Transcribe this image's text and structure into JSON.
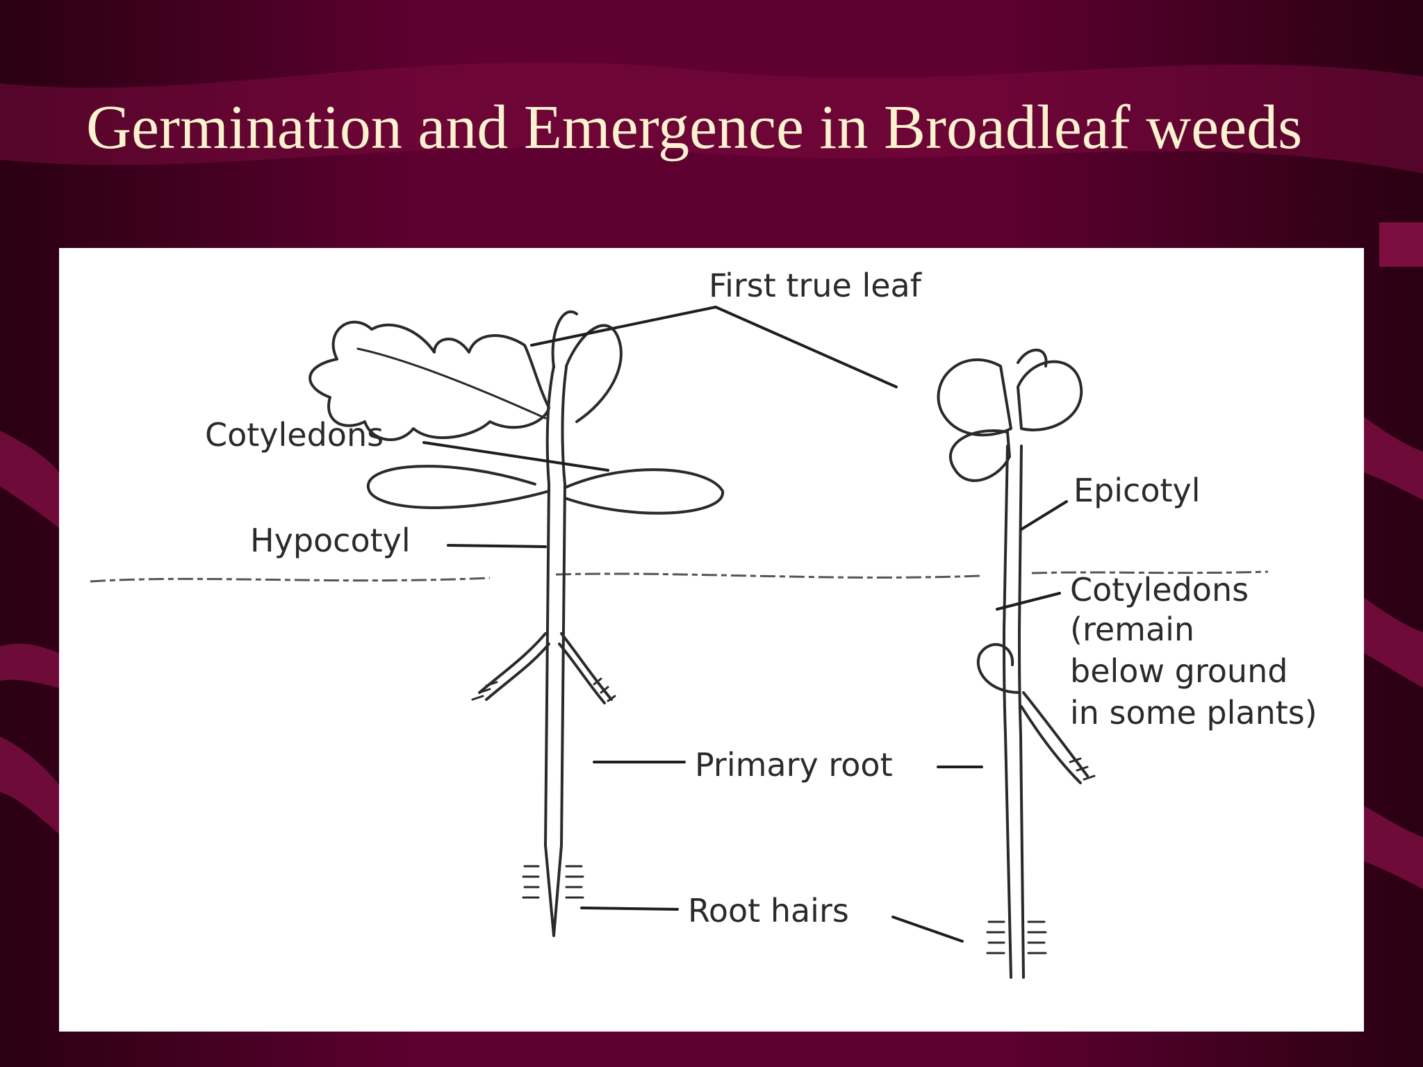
{
  "slide": {
    "title": "Germination and Emergence in Broadleaf weeds",
    "background_color": "#5e0030",
    "title_color": "#fbf2cf"
  },
  "diagram": {
    "labels": {
      "first_true_leaf": "First true leaf",
      "cotyledons_left": "Cotyledons",
      "hypocotyl": "Hypocotyl",
      "epicotyl": "Epicotyl",
      "cotyledons_right_lines": [
        "Cotyledons",
        "(remain",
        "below ground",
        "in some plants)"
      ],
      "primary_root": "Primary root",
      "root_hairs": "Root hairs"
    }
  }
}
